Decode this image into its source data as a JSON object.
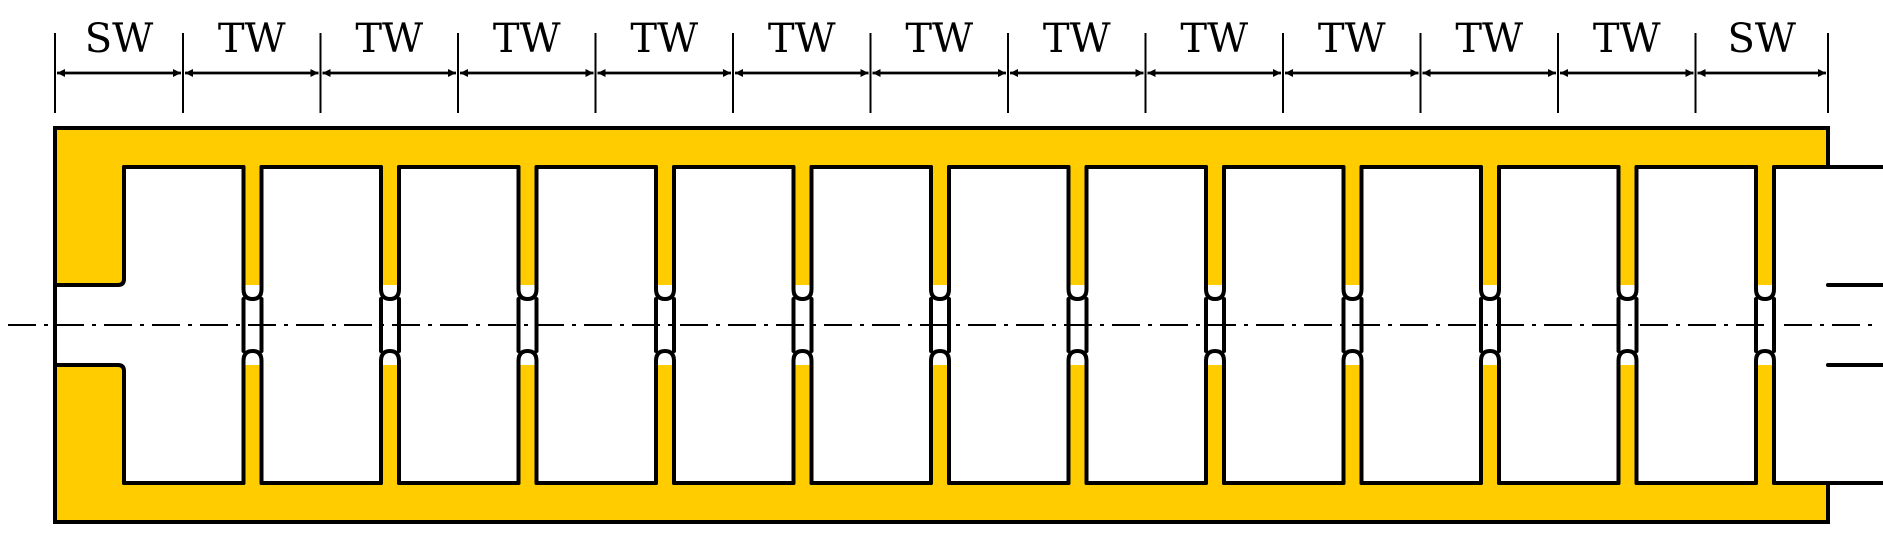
{
  "diagram": {
    "title": "",
    "segments": [
      {
        "label": "SW",
        "kind": "side-wall"
      },
      {
        "label": "TW",
        "kind": "thin-wall"
      },
      {
        "label": "TW",
        "kind": "thin-wall"
      },
      {
        "label": "TW",
        "kind": "thin-wall"
      },
      {
        "label": "TW",
        "kind": "thin-wall"
      },
      {
        "label": "TW",
        "kind": "thin-wall"
      },
      {
        "label": "TW",
        "kind": "thin-wall"
      },
      {
        "label": "TW",
        "kind": "thin-wall"
      },
      {
        "label": "TW",
        "kind": "thin-wall"
      },
      {
        "label": "TW",
        "kind": "thin-wall"
      },
      {
        "label": "TW",
        "kind": "thin-wall"
      },
      {
        "label": "TW",
        "kind": "thin-wall"
      },
      {
        "label": "SW",
        "kind": "side-wall"
      }
    ],
    "cavity_count": 13,
    "colors": {
      "fill": "#FFCC00",
      "outline": "#000000",
      "background": "#FFFFFF"
    }
  }
}
